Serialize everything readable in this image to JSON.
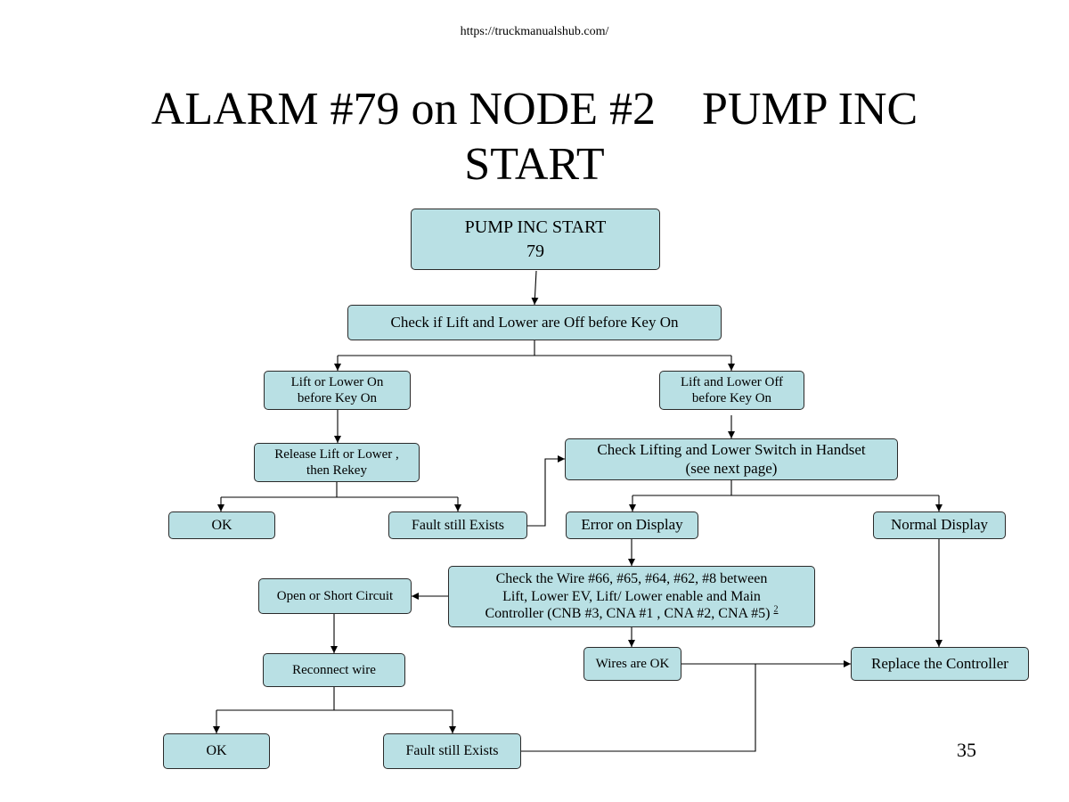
{
  "header": {
    "url": "https://truckmanualshub.com/"
  },
  "title": {
    "line1": "ALARM #79 on NODE #2    PUMP INC",
    "line2": "START"
  },
  "page_number": "35",
  "flowchart": {
    "start": {
      "line1": "PUMP INC START",
      "line2": "79"
    },
    "check_lift_lower": "Check if Lift and Lower are Off before Key On",
    "lift_or_lower_on": {
      "line1": "Lift or Lower On",
      "line2": "before Key On"
    },
    "lift_and_lower_off": {
      "line1": "Lift and Lower Off",
      "line2": "before Key On"
    },
    "release_rekey": {
      "line1": "Release Lift or Lower ,",
      "line2": "then Rekey"
    },
    "check_switch": {
      "line1": "Check Lifting and Lower Switch in Handset",
      "line2": "(see next page)"
    },
    "ok_upper": "OK",
    "fault_upper": "Fault still Exists",
    "error_on_display": "Error on Display",
    "normal_display": "Normal Display",
    "check_wire": {
      "line1": "Check the Wire #66, #65, #64, #62, #8 between",
      "line2": "Lift, Lower EV, Lift/ Lower enable and Main",
      "line3": "Controller (CNB #3, CNA #1 , CNA #2, CNA #5)",
      "footnote": "2"
    },
    "open_short": "Open or Short Circuit",
    "reconnect_wire": "Reconnect wire",
    "wires_ok": "Wires are OK",
    "replace_controller": "Replace the Controller",
    "ok_lower": "OK",
    "fault_lower": "Fault still Exists"
  }
}
